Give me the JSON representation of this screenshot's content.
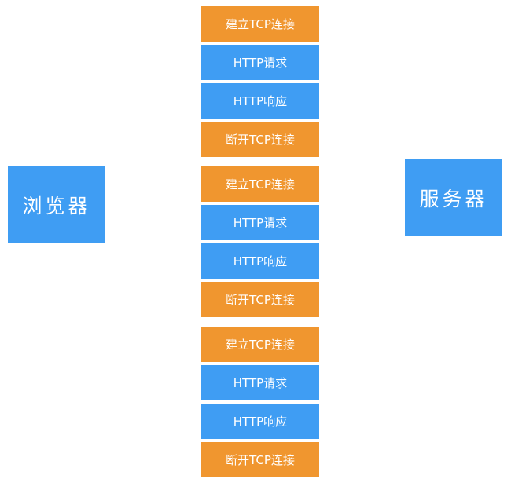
{
  "browser": {
    "label": "浏览器"
  },
  "server": {
    "label": "服务器"
  },
  "groups": [
    {
      "steps": [
        {
          "kind": "connect",
          "label": "建立TCP连接"
        },
        {
          "kind": "request",
          "label": "HTTP请求"
        },
        {
          "kind": "response",
          "label": "HTTP响应"
        },
        {
          "kind": "close",
          "label": "断开TCP连接"
        }
      ]
    },
    {
      "steps": [
        {
          "kind": "connect",
          "label": "建立TCP连接"
        },
        {
          "kind": "request",
          "label": "HTTP请求"
        },
        {
          "kind": "response",
          "label": "HTTP响应"
        },
        {
          "kind": "close",
          "label": "断开TCP连接"
        }
      ]
    },
    {
      "steps": [
        {
          "kind": "connect",
          "label": "建立TCP连接"
        },
        {
          "kind": "request",
          "label": "HTTP请求"
        },
        {
          "kind": "response",
          "label": "HTTP响应"
        },
        {
          "kind": "close",
          "label": "断开TCP连接"
        }
      ]
    }
  ],
  "colors": {
    "blue": "#3f9df3",
    "orange": "#f0962f",
    "text": "#ffffff"
  }
}
